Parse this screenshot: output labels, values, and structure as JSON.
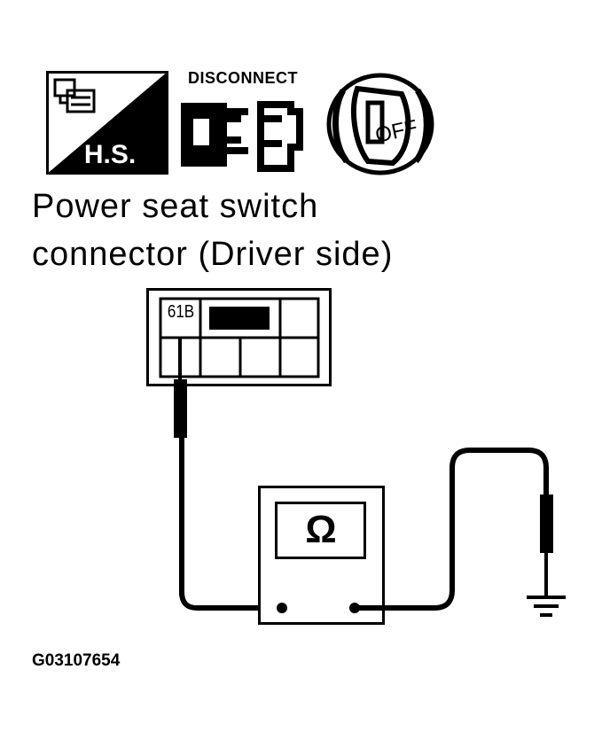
{
  "icons": {
    "harness_icon": {
      "name": "harness-connector-icon",
      "label": "H.S."
    },
    "disconnect_icon": {
      "name": "disconnect-icon",
      "label": "DISCONNECT"
    },
    "ignition_icon": {
      "name": "ignition-key-icon",
      "label": "OFF"
    }
  },
  "caption": {
    "line1": "Power seat switch",
    "line2": "connector (Driver side)"
  },
  "connector": {
    "terminal": "61B"
  },
  "meter": {
    "symbol": "Ω"
  },
  "figure_code": "G03107654"
}
